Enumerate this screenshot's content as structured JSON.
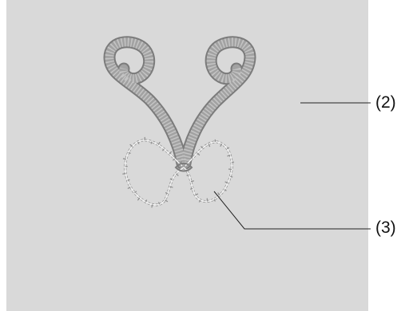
{
  "callouts": [
    {
      "id": "2",
      "text": "(2)"
    },
    {
      "id": "3",
      "text": "(3)"
    }
  ],
  "colors": {
    "background": "#ffffff",
    "fabric": "#d9d9d9",
    "satin_stitch": "#a2a2a2",
    "satin_stitch_light": "#c4c4c4",
    "satin_stitch_dark": "#7b7b7b",
    "running_stitch": "#f2f2f2",
    "running_stitch_shadow": "#8c8c8c",
    "leader_line": "#222222"
  }
}
